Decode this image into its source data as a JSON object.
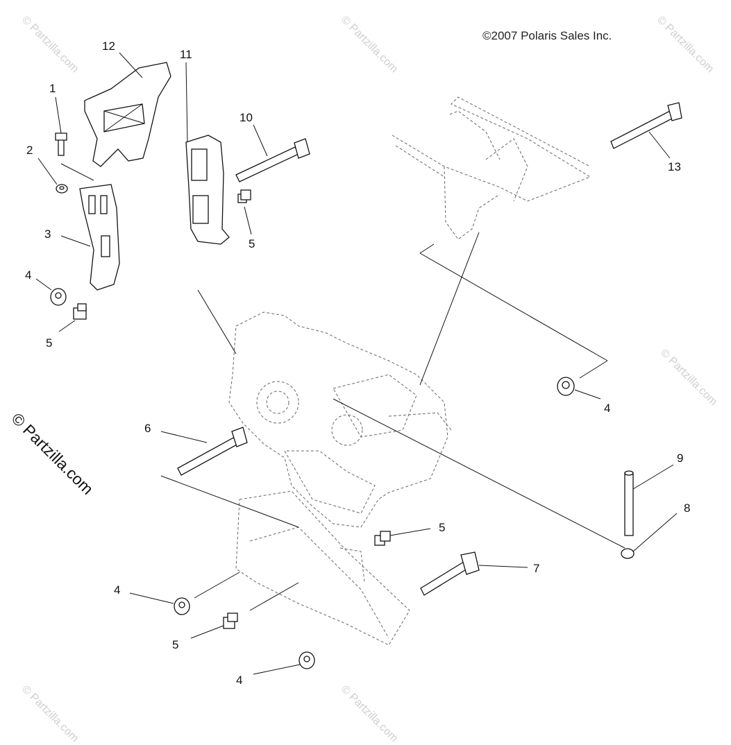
{
  "copyright": "©2007 Polaris Sales Inc.",
  "watermark_side": "© Partzilla.com",
  "watermarks_faint": [
    "© Partzilla.com",
    "© Partzilla.com",
    "© Partzilla.com",
    "© Partzilla.com",
    "© Partzilla.com",
    "© Partzilla.com"
  ],
  "callouts": [
    "12",
    "11",
    "1",
    "10",
    "2",
    "13",
    "3",
    "5",
    "4",
    "5",
    "4",
    "6",
    "9",
    "8",
    "5",
    "7",
    "4",
    "5",
    "4"
  ]
}
